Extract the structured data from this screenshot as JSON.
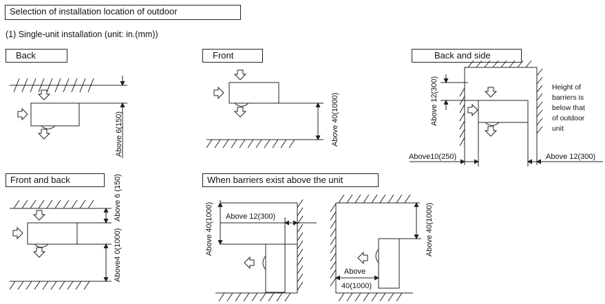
{
  "header": {
    "title": "Selection of installation location of outdoor",
    "subtitle": "(1) Single-unit installation (unit: in.(mm))"
  },
  "sections": {
    "back": {
      "label": "Back",
      "dim1": "Above 6(150)"
    },
    "front": {
      "label": "Front",
      "dim1": "Above 40(1000)"
    },
    "back_side": {
      "label": "Back and side",
      "dim_top": "Above 12(300)",
      "dim_left": "Above10(250)",
      "dim_right": "Above 12(300)",
      "note": [
        "Height of",
        "barriers is",
        "below that",
        "of outdoor",
        "unit"
      ]
    },
    "front_back": {
      "label": "Front and back",
      "dim_top": "Above 6 (150)",
      "dim_bottom": "Above4 0(1000)"
    },
    "barriers_above": {
      "label": "When barriers exist above the unit",
      "left_vertical": "Above 40(1000)",
      "left_horizontal": "Above 12(300)",
      "right_vertical": "Above 40(1000)",
      "right_h_line1": "Above",
      "right_h_line2": "40(1000)"
    }
  },
  "colors": {
    "ink": "#222222",
    "background": "#ffffff"
  }
}
